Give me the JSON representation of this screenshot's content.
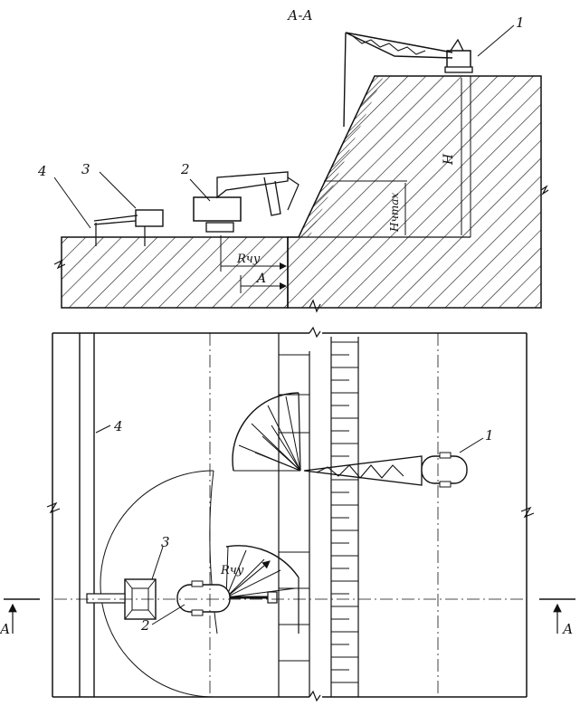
{
  "section": {
    "title": "А-А"
  },
  "labels": {
    "excavator_top": "1",
    "excavator_bottom": "2",
    "hopper": "3",
    "track": "4",
    "height": "H",
    "height_max": "Hчmax",
    "radius": "Rчу",
    "distance": "A"
  },
  "plan": {
    "label_excavator_top": "1",
    "label_excavator_bottom": "2",
    "label_hopper": "3",
    "label_track": "4",
    "radius": "Rчу",
    "section_left": "А",
    "section_right": "А"
  }
}
